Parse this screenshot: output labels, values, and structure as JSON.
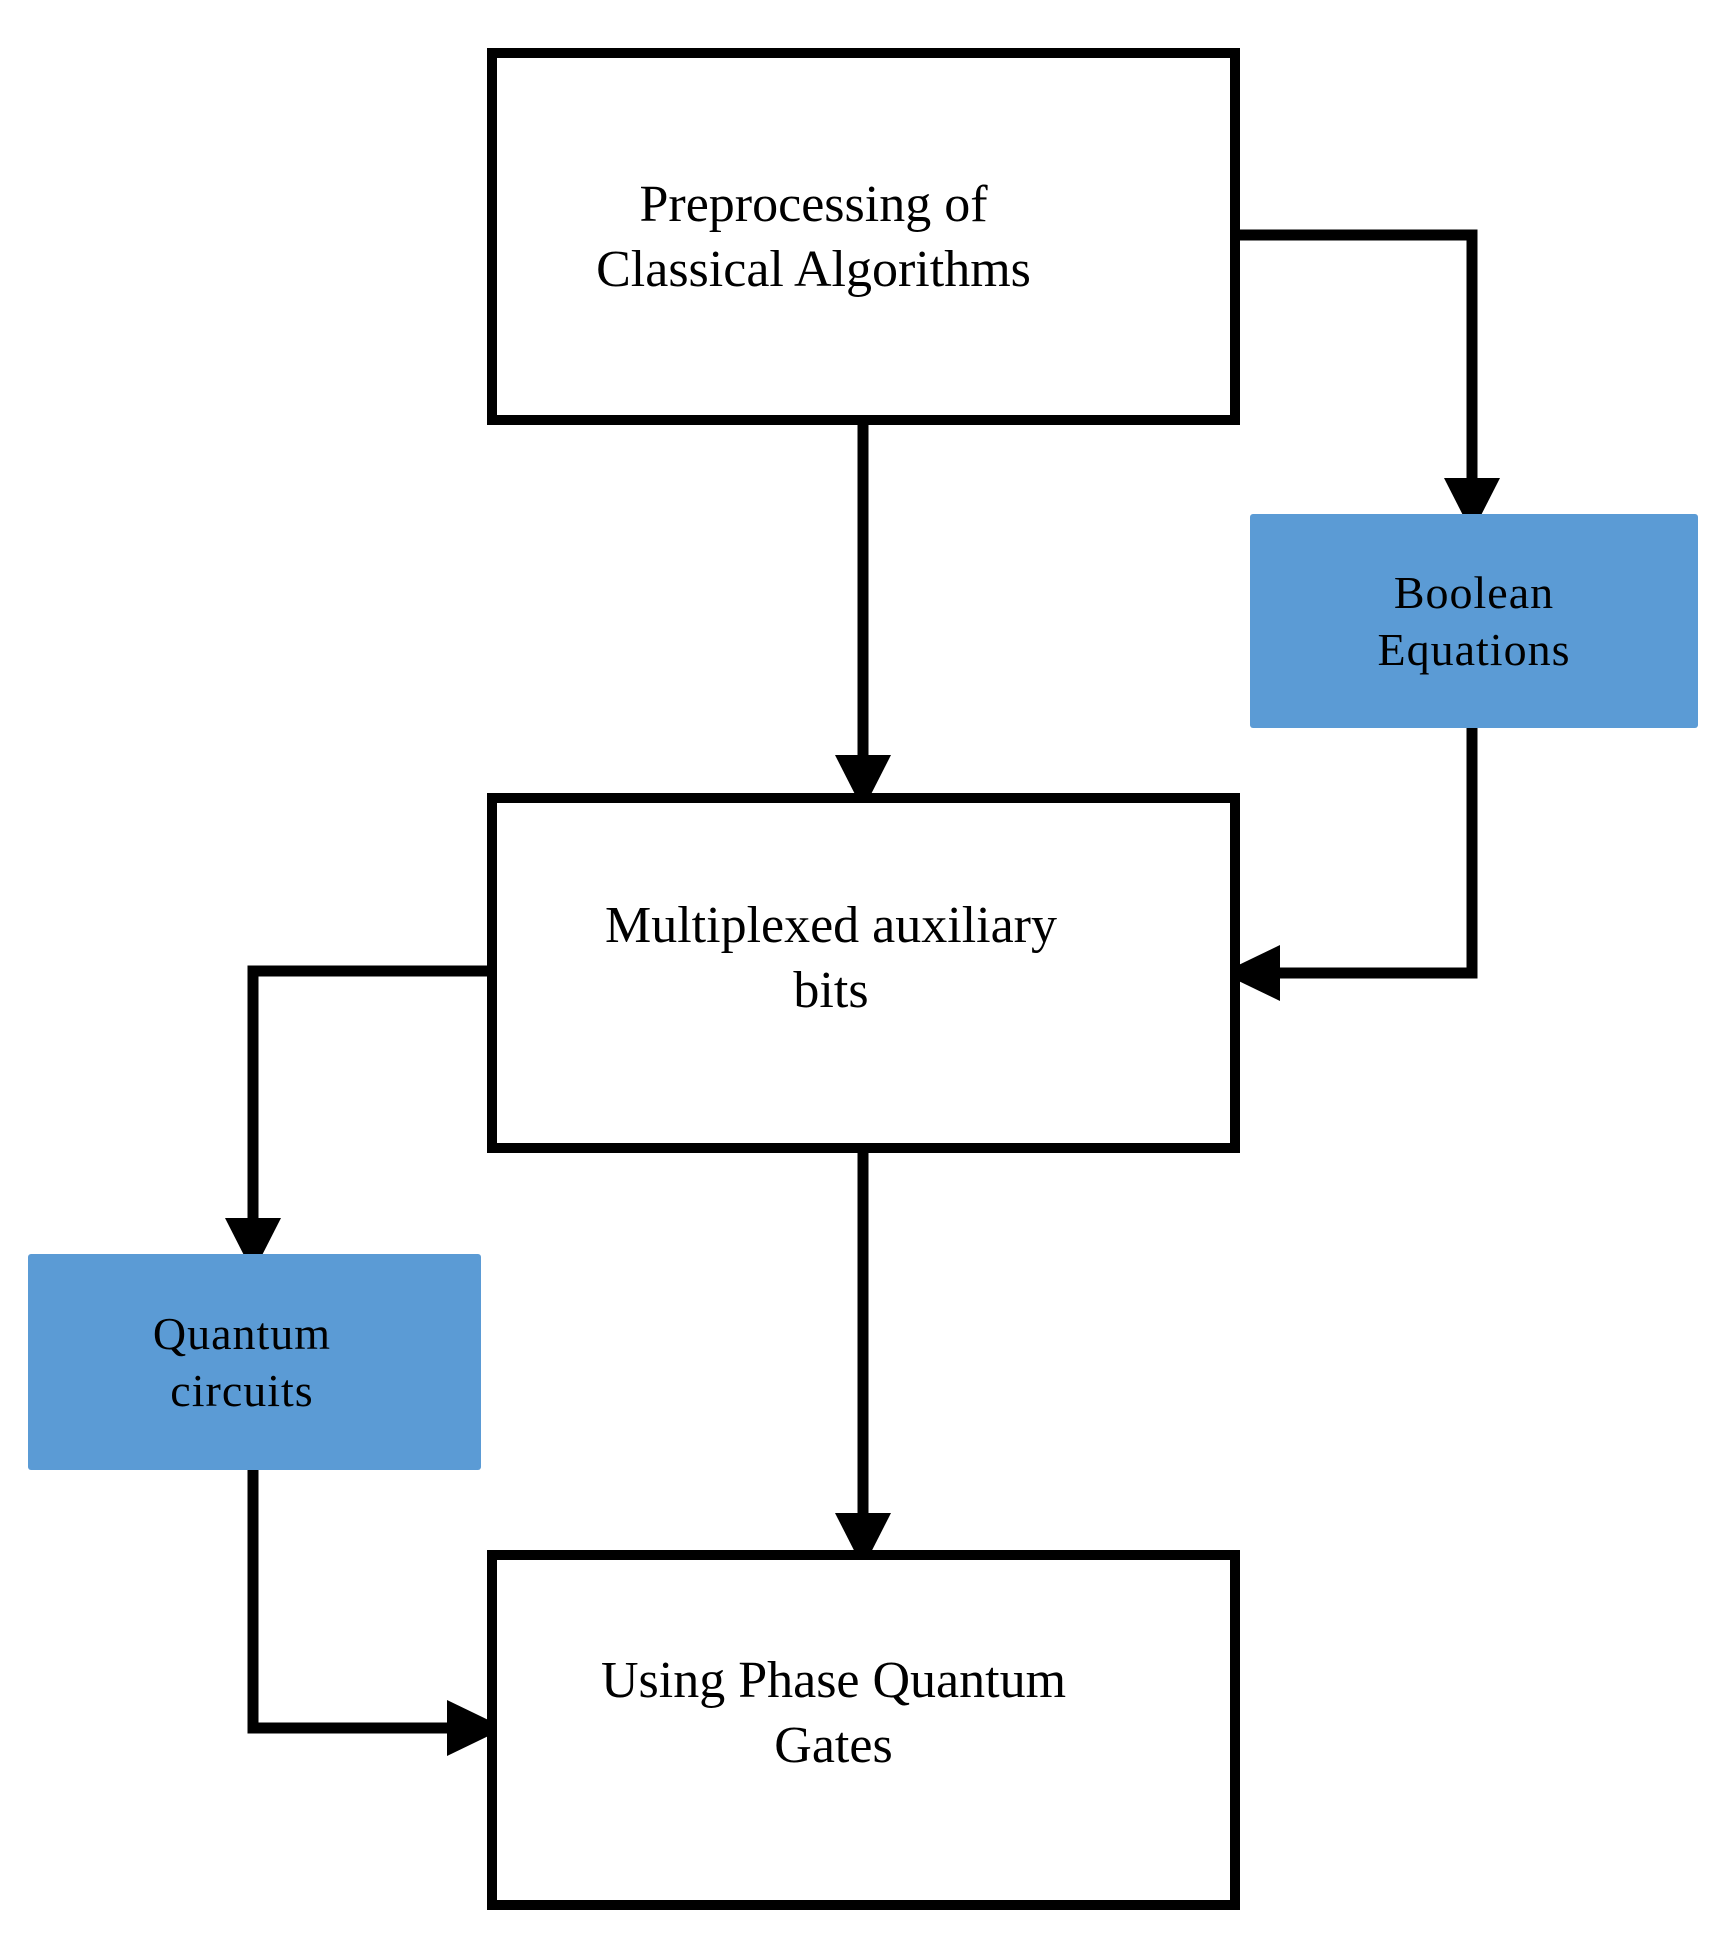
{
  "nodes": {
    "preprocessing": {
      "line1": "Preprocessing of",
      "line2": "Classical Algorithms"
    },
    "boolean": {
      "line1": "Boolean",
      "line2": "Equations",
      "fill": "#5b9bd5"
    },
    "multiplexed": {
      "line1": "Multiplexed auxiliary",
      "line2": "bits"
    },
    "quantum_circuits": {
      "line1": "Quantum",
      "line2": "circuits",
      "fill": "#5b9bd5"
    },
    "phase_gates": {
      "line1": "Using Phase Quantum",
      "line2": "Gates"
    }
  },
  "edges": [
    {
      "from": "preprocessing",
      "to": "multiplexed"
    },
    {
      "from": "preprocessing",
      "to": "boolean"
    },
    {
      "from": "boolean",
      "to": "multiplexed"
    },
    {
      "from": "multiplexed",
      "to": "quantum_circuits"
    },
    {
      "from": "multiplexed",
      "to": "phase_gates"
    },
    {
      "from": "quantum_circuits",
      "to": "phase_gates"
    }
  ],
  "colors": {
    "line": "#000000",
    "accent_fill": "#5b9bd5"
  }
}
